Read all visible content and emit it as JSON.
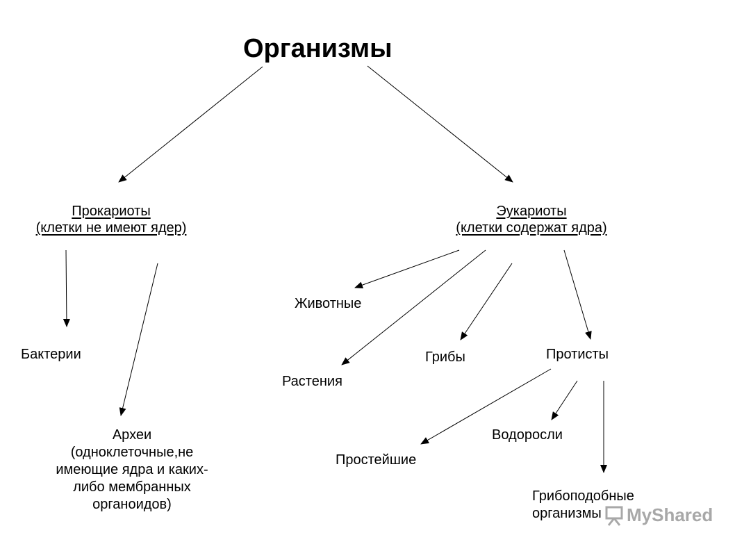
{
  "title": "Организмы",
  "prokaryotes": {
    "name": "Прокариоты",
    "desc": "(клетки не имеют ядер)"
  },
  "eukaryotes": {
    "name": "Эукариоты",
    "desc": "(клетки содержат ядра)"
  },
  "prokaryote_groups": {
    "bacteria": "Бактерии",
    "archaea": [
      "Археи",
      "(одноклеточные,не",
      "имеющие ядра и каких-",
      "либо мембранных",
      "органоидов)"
    ]
  },
  "eukaryote_groups": {
    "animals": "Животные",
    "plants": "Растения",
    "fungi": "Грибы",
    "protists": "Протисты"
  },
  "protist_groups": {
    "protozoa": "Простейшие",
    "algae": "Водоросли",
    "fungus_like": [
      "Грибоподобные",
      "организмы"
    ]
  },
  "watermark": "MyShared",
  "colors": {
    "line": "#000000",
    "watermark": "#9a9a9a"
  }
}
